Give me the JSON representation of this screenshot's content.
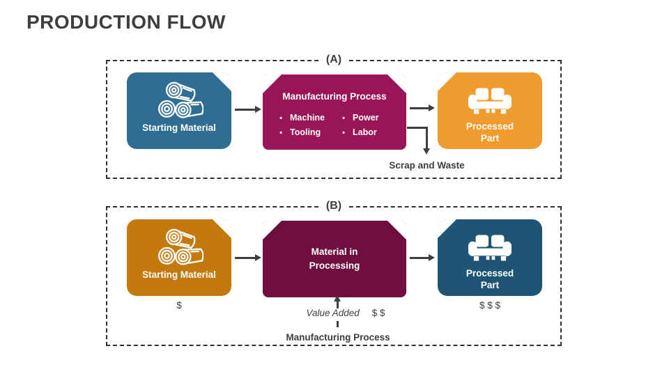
{
  "title": "PRODUCTION FLOW",
  "colors": {
    "title_text": "#3e3e3e",
    "arrow": "#3f3f3f",
    "section_a_start": "#2f6e92",
    "section_a_process": "#9a1458",
    "section_a_end": "#f09b2e",
    "section_b_start": "#c4790f",
    "section_b_process": "#6f0f3f",
    "section_b_end": "#1f5574"
  },
  "section_a": {
    "label": "(A)",
    "start_box": {
      "label": "Starting Material",
      "icon": "logs-icon"
    },
    "process_box": {
      "title": "Manufacturing Process",
      "bullets_col1": [
        "Machine",
        "Tooling"
      ],
      "bullets_col2": [
        "Power",
        "Labor"
      ],
      "bullet_glyph": "•"
    },
    "end_box": {
      "line1": "Processed",
      "line2": "Part",
      "icon": "couch-icon"
    },
    "scrap_label": "Scrap and Waste"
  },
  "section_b": {
    "label": "(B)",
    "start_box": {
      "label": "Starting Material",
      "icon": "logs-icon",
      "cost": "$"
    },
    "process_box": {
      "line1": "Material in",
      "line2": "Processing"
    },
    "end_box": {
      "line1": "Processed",
      "line2": "Part",
      "icon": "couch-icon",
      "cost": "$ $ $"
    },
    "value_added": {
      "label": "Value Added",
      "cost": "$ $"
    },
    "process_label": "Manufacturing Process"
  }
}
